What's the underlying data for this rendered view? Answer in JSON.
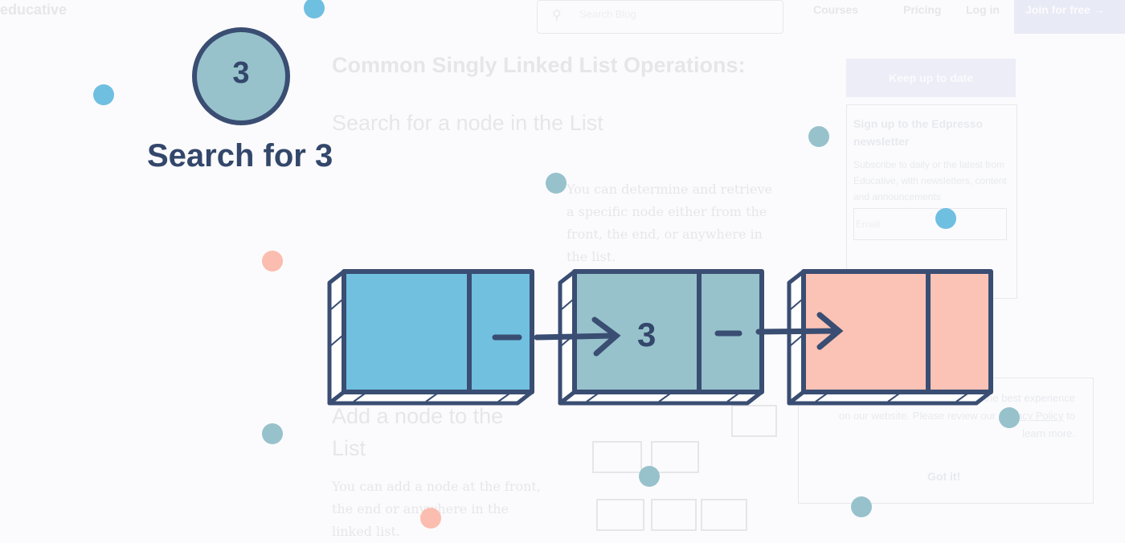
{
  "background": {
    "logo": "educative",
    "search_placeholder": "Search Blog",
    "nav": [
      "Courses",
      "Pricing",
      "Log in"
    ],
    "join_button": "Join for free →",
    "heading1": "Common Singly Linked List Operations:",
    "heading2": "Search for a node in the List",
    "paragraph1": "You can determine and retrieve a specific node either from the front, the end, or anywhere in the list.",
    "heading3": "Add a node to the List",
    "paragraph2": "You can add a node at the front, the end or anywhere in the linked list.",
    "sidebar_button": "Keep up to date",
    "newsletter_title": "Sign up to the Edpresso newsletter",
    "newsletter_desc": "Subscribe to daily or the latest from Educative, with newsletters, content and announcements",
    "email_placeholder": "Email",
    "cookie_text": "We use cookies to ensure you get the best experience on our website. Please review our",
    "cookie_link": "Privacy Policy",
    "cookie_text_end": "to learn more.",
    "cookie_button": "Got it!"
  },
  "animation": {
    "step_number": "3",
    "step_label": "Search for 3",
    "nodes": [
      {
        "value": "",
        "color": "#71c0e0"
      },
      {
        "value": "3",
        "color": "#97c2cc"
      },
      {
        "value": "",
        "color": "#fcc3b6"
      }
    ],
    "colors": {
      "outline": "#3a4d72",
      "badge_fill": "#97c2cc",
      "dot_blue": "#6fbfe1",
      "dot_teal": "#97c2cc",
      "dot_salmon": "#fbbdaf"
    }
  }
}
